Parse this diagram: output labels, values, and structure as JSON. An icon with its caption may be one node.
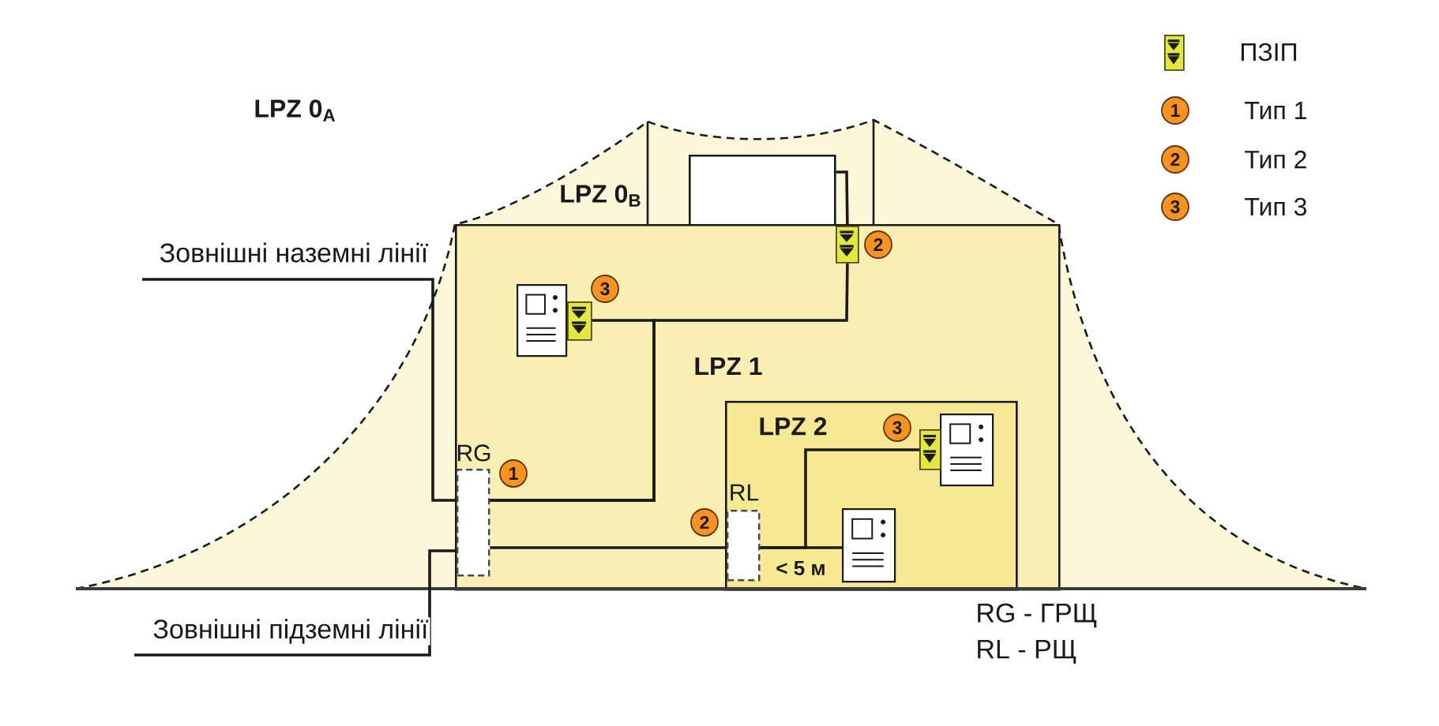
{
  "diagram": {
    "nodes": [
      {
        "text": [
          "LPZ 0$_{B}$"
        ]
      },
      {
        "text": [],
        "shape": "box",
        "in": 0
      },
      {
        "text": [
          "LPZ 1"
        ],
        "in": 0
      },
      {
        "text": [],
        "shape": "box",
        "in": 2
      },
      {
        "text": [],
        "shape": "picture",
        "in": 2
      },
      {
        "text": [],
        "shape": "box",
        "in": 2
      },
      {
        "text": [
          "LPZ 2"
        ],
        "in": 2
      },
      {
        "text": [],
        "shape": "picture",
        "in": 6
      },
      {
        "text": [],
        "shape": "box",
        "in": 6
      },
      {
        "text": [
          "RG"
        ],
        "in": 2
      },
      {
        "text": [
          "RL"
        ],
        "in": 6
      },
      {
        "text": [],
        "shape": "picture",
        "in": 6
      }
    ],
    "edges": [
      {
        "from": null,
        "to": 9,
        "arrow": "none",
        "label": "Зовнішні наземні лінії"
      },
      {
        "from": 1,
        "to": 3,
        "arrow": "none"
      },
      {
        "from": 9,
        "to": 3,
        "arrow": "none"
      },
      {
        "from": 9,
        "to": 5,
        "arrow": "none"
      },
      {
        "from": null,
        "to": 9,
        "arrow": "none",
        "label": "Зовнішні підземні лінії"
      },
      {
        "from": 9,
        "to": 10,
        "arrow": "none"
      },
      {
        "from": 10,
        "to": 8,
        "arrow": "none"
      },
      {
        "from": 10,
        "to": 11,
        "arrow": "none",
        "label": "< 5 м"
      }
    ],
    "labels": [
      "LPZ 0$_{A}$",
      "1",
      "2",
      "3",
      "2",
      "3",
      "3",
      "1",
      "2",
      "RG - ГРЩ",
      "RL - РЩ"
    ],
    "legend": [
      {
        "text": "ПЗІП"
      },
      {
        "text": "Тип 1"
      },
      {
        "text": "Тип 2"
      },
      {
        "text": "Тип 3"
      }
    ]
  }
}
